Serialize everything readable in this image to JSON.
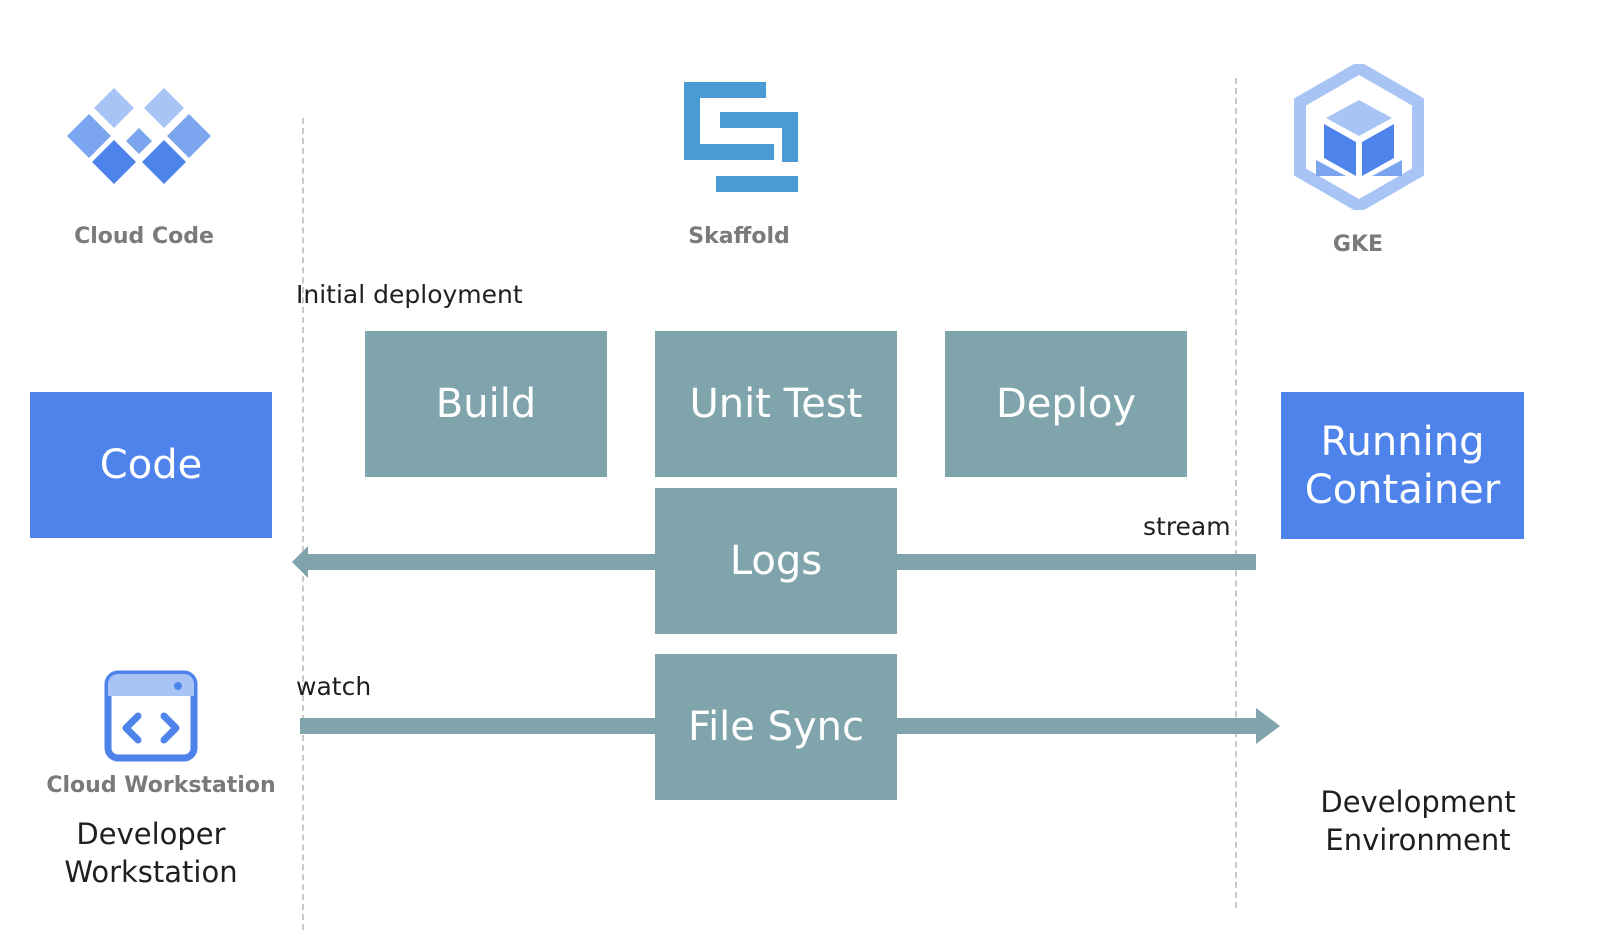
{
  "logos": {
    "cloud_code": {
      "icon": "cloud-code-icon",
      "caption": "Cloud Code"
    },
    "skaffold": {
      "icon": "skaffold-icon",
      "caption": "Skaffold"
    },
    "gke": {
      "icon": "gke-icon",
      "caption": "GKE"
    },
    "cloud_workstation": {
      "icon": "cloud-workstation-icon",
      "caption": "Cloud Workstation"
    }
  },
  "annotations": {
    "initial_deployment": "Initial deployment",
    "stream": "stream",
    "watch": "watch"
  },
  "boxes": {
    "code": "Code",
    "build": "Build",
    "unit_test": "Unit Test",
    "deploy": "Deploy",
    "logs": "Logs",
    "file_sync": "File Sync",
    "running_container": "Running Container"
  },
  "environments": {
    "developer_workstation": "Developer Workstation",
    "development_environment": "Development Environment"
  },
  "colors": {
    "teal_box": "#80a4ab",
    "blue_box": "#4f83ec",
    "arrow": "#80a4ab",
    "caption_gray": "#7a7a7a",
    "divider": "#c9c9c9"
  }
}
